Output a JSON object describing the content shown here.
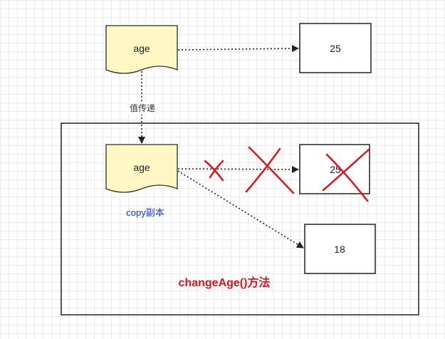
{
  "var_top": {
    "label": "age"
  },
  "value_top": {
    "label": "25"
  },
  "edge_label": "值传递",
  "var_copy": {
    "label": "age",
    "caption": "copy副本"
  },
  "value_old": {
    "label": "25"
  },
  "value_new": {
    "label": "18"
  },
  "method_label": "changeAge()方法",
  "colors": {
    "doc_fill": "#fff8c4",
    "doc_stroke": "#2b2b2b",
    "cross": "#e0151b",
    "caption": "#1a35d6",
    "method": "#e0151b"
  }
}
